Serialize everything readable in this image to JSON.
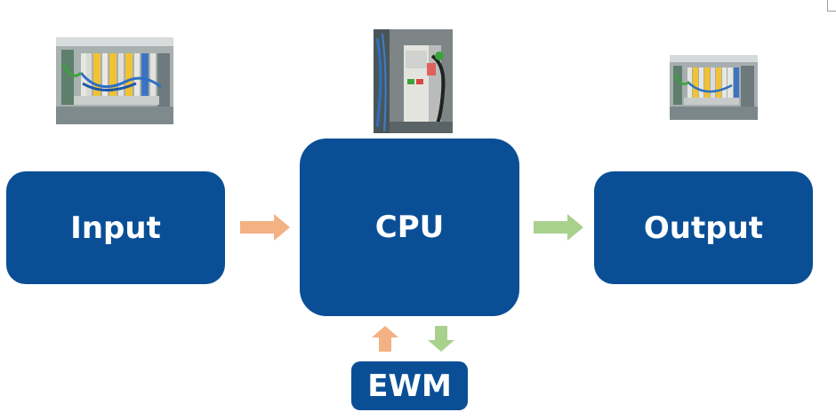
{
  "diagram": {
    "box_color": "#0a4f96",
    "arrow_colors": {
      "to_cpu": "#f4b183",
      "from_cpu": "#a9d18e"
    },
    "nodes": {
      "input": {
        "label": "Input"
      },
      "cpu": {
        "label": "CPU"
      },
      "output": {
        "label": "Output"
      },
      "ewm": {
        "label": "EWM"
      }
    },
    "photos": {
      "input": "plc-input-module-photo",
      "cpu": "plc-cpu-module-photo",
      "output": "plc-output-module-photo"
    }
  }
}
